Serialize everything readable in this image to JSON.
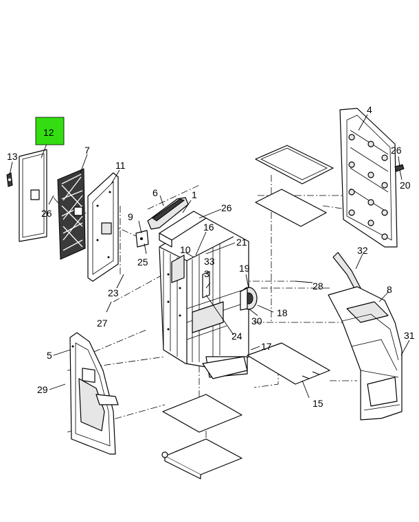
{
  "highlight_color": "#33dd11",
  "callouts": {
    "c1": "1",
    "c3": "3",
    "c4": "4",
    "c5": "5",
    "c6": "6",
    "c7": "7",
    "c8": "8",
    "c9": "9",
    "c10": "10",
    "c11": "11",
    "c12": "12",
    "c13": "13",
    "c15": "15",
    "c16": "16",
    "c17": "17",
    "c18": "18",
    "c19": "19",
    "c20": "20",
    "c21": "21",
    "c23": "23",
    "c24": "24",
    "c25": "25",
    "c26a": "26",
    "c26b": "26",
    "c26c": "26",
    "c27": "27",
    "c28": "28",
    "c29": "29",
    "c30": "30",
    "c31": "31",
    "c32": "32",
    "c33": "33"
  }
}
